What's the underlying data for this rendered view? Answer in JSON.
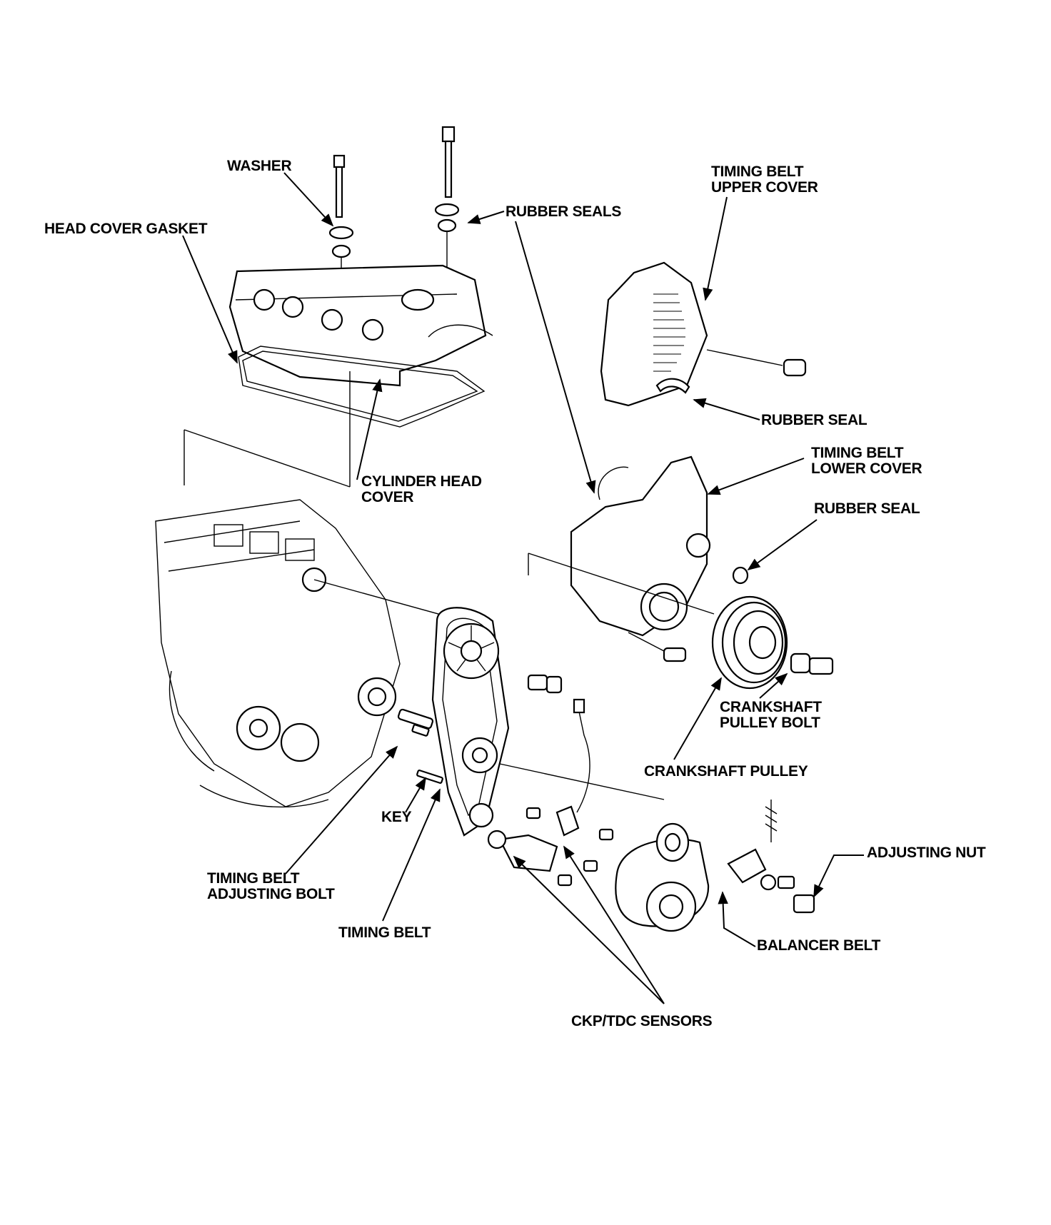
{
  "diagram": {
    "labels": {
      "washer": "WASHER",
      "head_cover_gasket": "HEAD COVER GASKET",
      "rubber_seals": "RUBBER SEALS",
      "timing_belt_upper_cover_1": "TIMING BELT",
      "timing_belt_upper_cover_2": "UPPER COVER",
      "rubber_seal_upper": "RUBBER SEAL",
      "timing_belt_lower_cover_1": "TIMING BELT",
      "timing_belt_lower_cover_2": "LOWER COVER",
      "rubber_seal_lower": "RUBBER SEAL",
      "cylinder_head_cover_1": "CYLINDER HEAD",
      "cylinder_head_cover_2": "COVER",
      "crankshaft_pulley_bolt_1": "CRANKSHAFT",
      "crankshaft_pulley_bolt_2": "PULLEY BOLT",
      "crankshaft_pulley": "CRANKSHAFT PULLEY",
      "key": "KEY",
      "adjusting_nut": "ADJUSTING NUT",
      "timing_belt_adjusting_bolt_1": "TIMING BELT",
      "timing_belt_adjusting_bolt_2": "ADJUSTING BOLT",
      "timing_belt": "TIMING BELT",
      "balancer_belt": "BALANCER BELT",
      "ckp_tdc_sensors": "CKP/TDC SENSORS"
    }
  }
}
